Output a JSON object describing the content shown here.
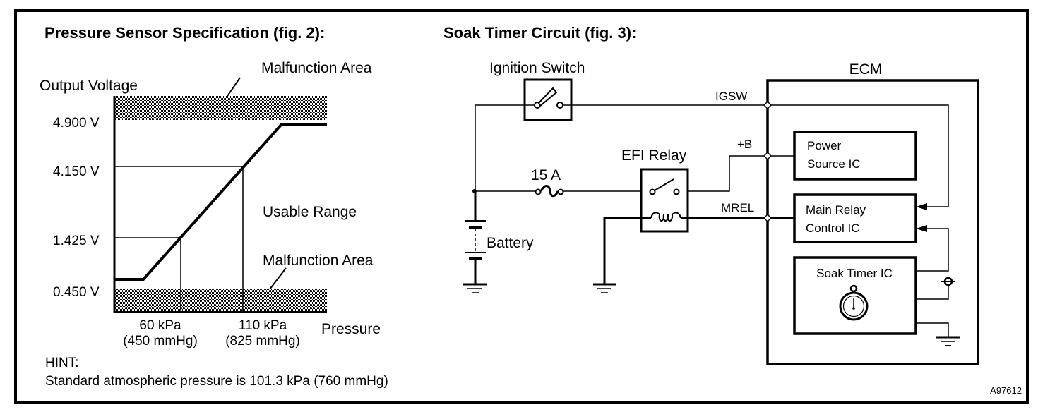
{
  "figure_id": "A97612",
  "pressure_sensor": {
    "title": "Pressure Sensor Specification (fig. 2):",
    "y_axis_label": "Output Voltage",
    "x_axis_label": "Pressure",
    "malfunction_top_label": "Malfunction Area",
    "malfunction_bottom_label": "Malfunction Area",
    "usable_range_label": "Usable Range",
    "y_ticks": [
      "4.900 V",
      "4.150 V",
      "1.425 V",
      "0.450 V"
    ],
    "x_ticks": [
      {
        "kpa": "60 kPa",
        "mmhg": "(450 mmHg)"
      },
      {
        "kpa": "110 kPa",
        "mmhg": "(825 mmHg)"
      }
    ],
    "hint_title": "HINT:",
    "hint_text": "Standard atmospheric pressure is 101.3 kPa (760 mmHg)"
  },
  "chart_data": {
    "type": "line",
    "title": "Pressure Sensor Specification (fig. 2):",
    "xlabel": "Pressure",
    "ylabel": "Output Voltage",
    "x_unit": "kPa",
    "y_unit": "V",
    "x_ticks": [
      60,
      110
    ],
    "y_ticks": [
      0.45,
      1.425,
      4.15,
      4.9
    ],
    "series": [
      {
        "name": "Output voltage",
        "points": [
          [
            60,
            1.425
          ],
          [
            110,
            4.15
          ]
        ]
      }
    ],
    "annotations": [
      {
        "text": "Malfunction Area",
        "region": "above 4.900 V"
      },
      {
        "text": "Malfunction Area",
        "region": "below 0.450 V"
      },
      {
        "text": "Usable Range",
        "region": "between 0.450 V and 4.900 V"
      }
    ]
  },
  "circuit": {
    "title": "Soak Timer Circuit (fig. 3):",
    "ignition_switch_label": "Ignition Switch",
    "fuse_label": "15 A",
    "efi_relay_label": "EFI Relay",
    "battery_label": "Battery",
    "ecm_label": "ECM",
    "terminals": {
      "igsw": "IGSW",
      "plus_b": "+B",
      "mrel": "MREL"
    },
    "ics": {
      "power_source": [
        "Power",
        "Source IC"
      ],
      "main_relay": [
        "Main Relay",
        "Control IC"
      ],
      "soak_timer": "Soak Timer IC"
    }
  }
}
